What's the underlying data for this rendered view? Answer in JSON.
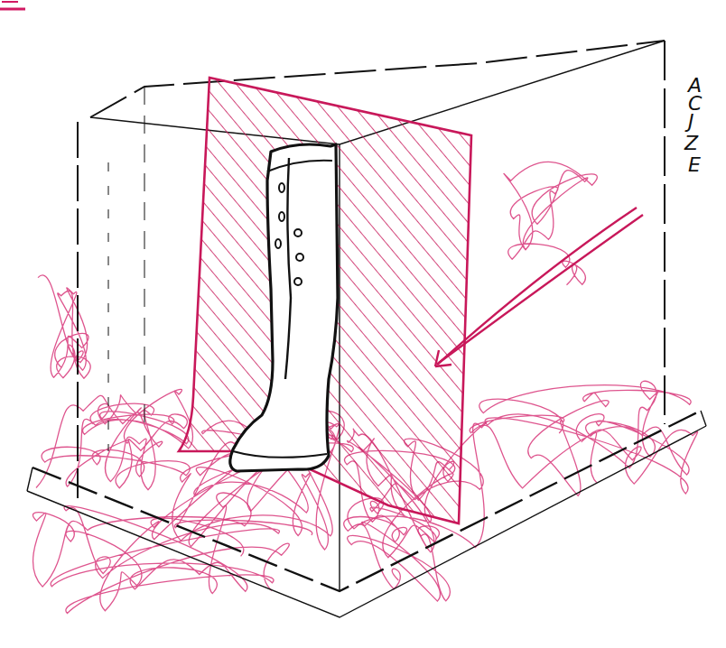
{
  "diagram": {
    "labels": [
      "A",
      "C",
      "J",
      "Z",
      "E"
    ]
  }
}
